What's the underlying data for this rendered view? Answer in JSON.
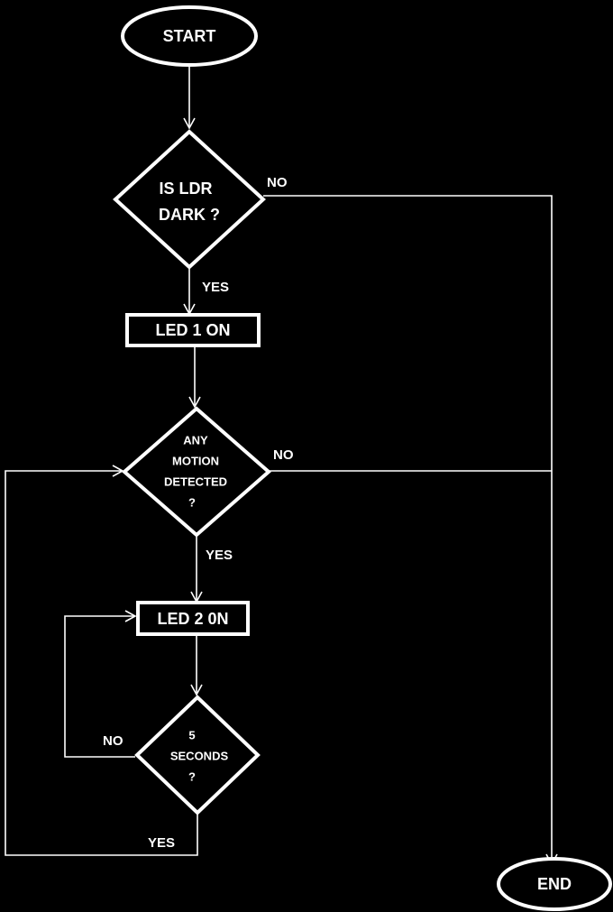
{
  "colors": {
    "background": "#000000",
    "foreground": "#ffffff"
  },
  "nodes": {
    "start": {
      "shape": "terminal",
      "label": "START"
    },
    "ldr_check": {
      "shape": "decision",
      "lines": [
        "IS LDR",
        "DARK ?"
      ]
    },
    "led1_on": {
      "shape": "process",
      "label": "LED 1 ON"
    },
    "motion_check": {
      "shape": "decision",
      "lines": [
        "ANY",
        "MOTION",
        "DETECTED",
        "?"
      ]
    },
    "led2_on": {
      "shape": "process",
      "label": "LED 2 0N"
    },
    "seconds_check": {
      "shape": "decision",
      "lines": [
        "5",
        "SECONDS",
        "?"
      ]
    },
    "end": {
      "shape": "terminal",
      "label": "END"
    }
  },
  "edge_labels": {
    "ldr_no": "NO",
    "ldr_yes": "YES",
    "motion_no": "NO",
    "motion_yes": "YES",
    "seconds_no": "NO",
    "seconds_yes": "YES"
  }
}
